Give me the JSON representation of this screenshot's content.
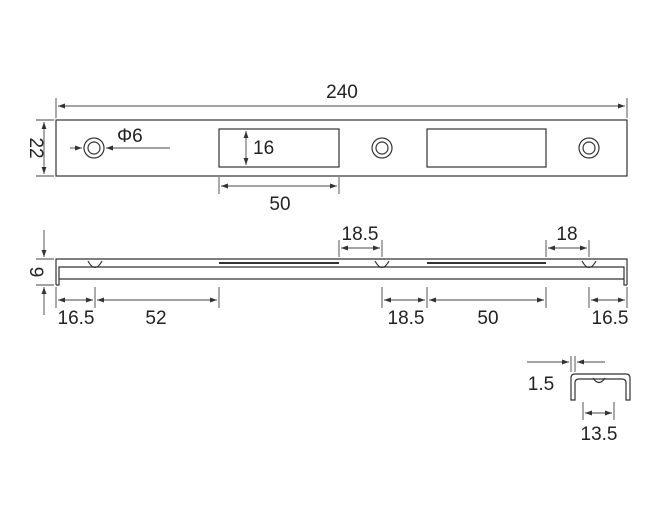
{
  "top_view": {
    "overall_length": "240",
    "height": "22",
    "hole_diameter": "Φ6",
    "slot_height": "16",
    "slot_width": "50"
  },
  "side_view": {
    "depth": "9",
    "left_edge_to_hole": "16.5",
    "hole_to_slot": "52",
    "slot_to_hole": "18.5",
    "hole_to_slot_lower": "18.5",
    "slot_width": "50",
    "slot_to_hole_right": "18",
    "right_edge_to_hole": "16.5"
  },
  "end_view": {
    "thickness": "1.5",
    "inner_width": "13.5"
  }
}
